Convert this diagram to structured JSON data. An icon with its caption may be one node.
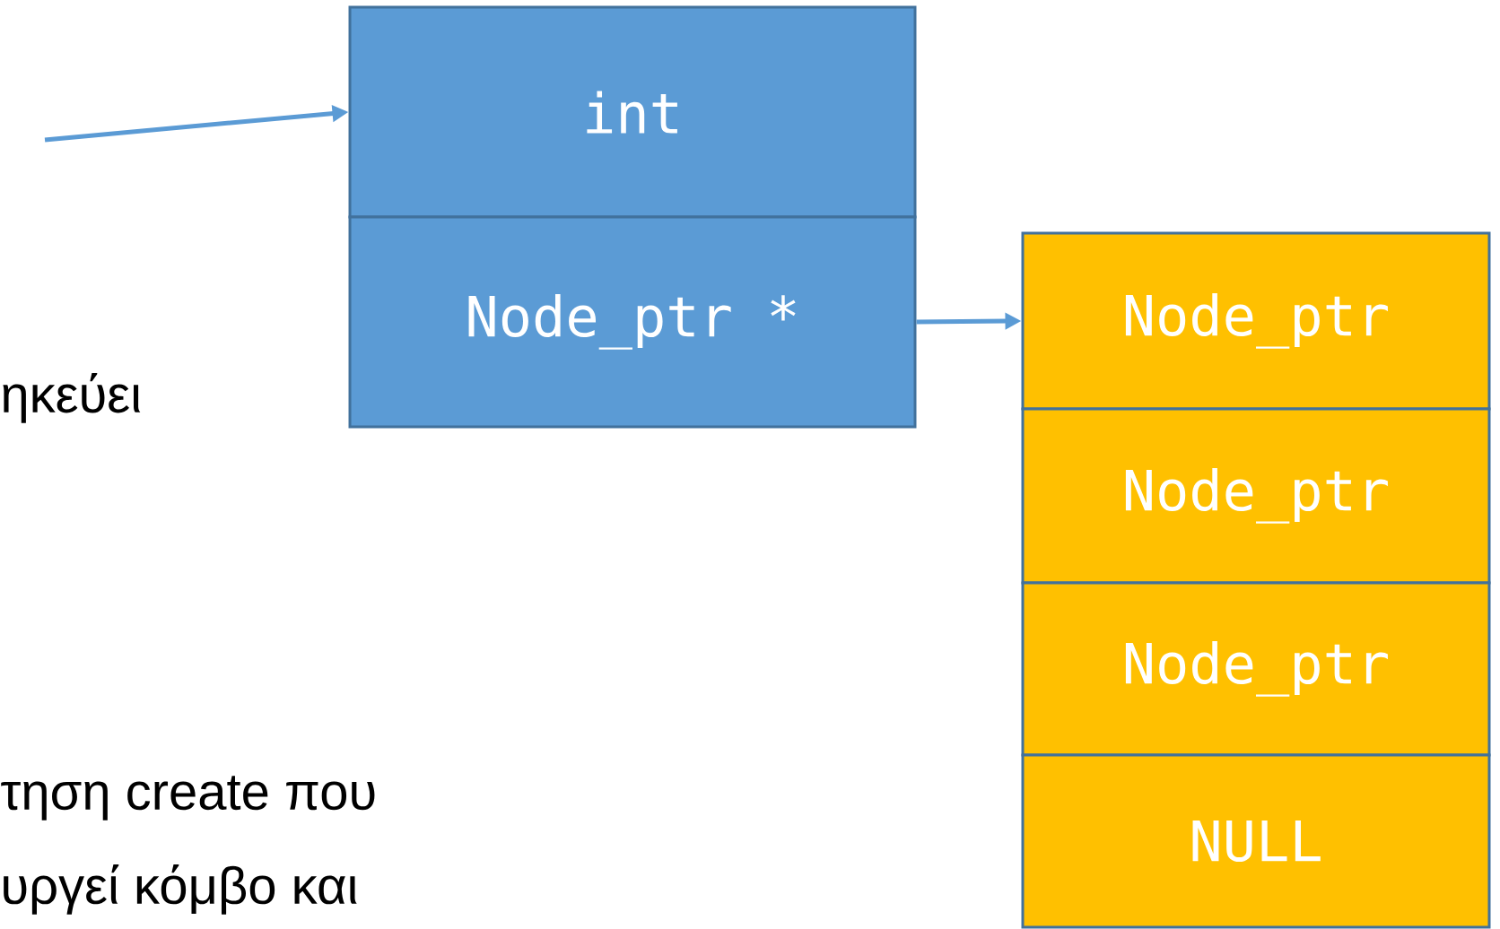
{
  "diagram": {
    "nodes": [
      {
        "text": [
          "int"
        ]
      },
      {
        "text": [
          "Node_ptr *"
        ]
      },
      {
        "text": [
          "Node_ptr"
        ]
      },
      {
        "text": [
          "Node_ptr"
        ]
      },
      {
        "text": [
          "Node_ptr"
        ]
      },
      {
        "text": [
          "NULL"
        ]
      }
    ],
    "edges": [
      {
        "from": null,
        "to": 0,
        "arrow": "to"
      },
      {
        "from": 1,
        "to": 2,
        "arrow": "to"
      }
    ],
    "labels": [
      "ηκεύει",
      "τηση create που",
      "υργεί κόμβο και"
    ]
  }
}
